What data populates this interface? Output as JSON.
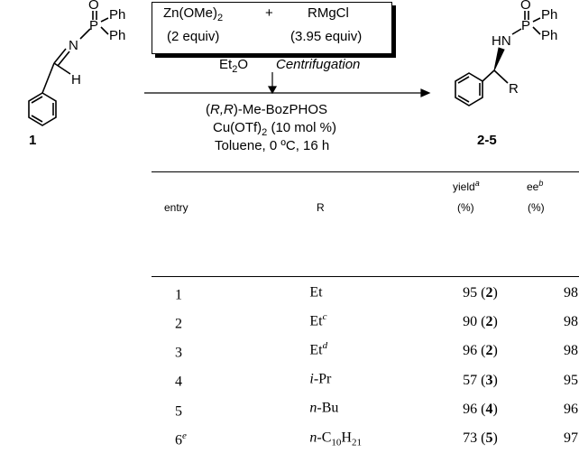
{
  "scheme": {
    "reagent1": "Zn(OMe)",
    "reagent1_sub": "2",
    "plus": "+",
    "reagent2": "RMgCl",
    "reagent1_equiv": "(2 equiv)",
    "reagent2_equiv": "(3.95 equiv)",
    "solvent_pre": "Et",
    "solvent_sub": "2",
    "solvent_post": "O",
    "process": "Centrifugation",
    "ligand_rr": "R,R",
    "ligand_name": "-Me-BozPHOS",
    "catalyst_pre": "Cu(OTf)",
    "catalyst_sub": "2",
    "catalyst_post": " (10 mol %)",
    "conditions": "Toluene, 0 ºC, 16 h",
    "sm_label": "1",
    "product_label": "2-5",
    "atoms": {
      "o": "O",
      "p": "P",
      "ph": "Ph",
      "n": "N",
      "h": "H",
      "hn": "HN",
      "r": "R"
    }
  },
  "table": {
    "headers": {
      "entry": "entry",
      "r": "R",
      "yield_top": "yield",
      "yield_sup": "a",
      "yield_unit": "(%)",
      "ee_top": "ee",
      "ee_sup": "b",
      "ee_unit": "(%)"
    },
    "rows": [
      {
        "entry": "1",
        "entry_sup": "",
        "r_pre": "",
        "r_main": "Et",
        "r_sub": "",
        "r_sup": "",
        "yield": "95",
        "compound": "2",
        "ee": "98"
      },
      {
        "entry": "2",
        "entry_sup": "",
        "r_pre": "",
        "r_main": "Et",
        "r_sub": "",
        "r_sup": "c",
        "yield": "90",
        "compound": "2",
        "ee": "98"
      },
      {
        "entry": "3",
        "entry_sup": "",
        "r_pre": "",
        "r_main": "Et",
        "r_sub": "",
        "r_sup": "d",
        "yield": "96",
        "compound": "2",
        "ee": "98"
      },
      {
        "entry": "4",
        "entry_sup": "",
        "r_pre": "i",
        "r_main": "-Pr",
        "r_sub": "",
        "r_sup": "",
        "yield": "57",
        "compound": "3",
        "ee": "95"
      },
      {
        "entry": "5",
        "entry_sup": "",
        "r_pre": "n",
        "r_main": "-Bu",
        "r_sub": "",
        "r_sup": "",
        "yield": "96",
        "compound": "4",
        "ee": "96"
      },
      {
        "entry": "6",
        "entry_sup": "e",
        "r_pre": "n",
        "r_main": "-C",
        "r_sub": "10",
        "r_main2": "H",
        "r_sub2": "21",
        "r_sup": "",
        "yield": "73",
        "compound": "5",
        "ee": "97"
      }
    ]
  }
}
